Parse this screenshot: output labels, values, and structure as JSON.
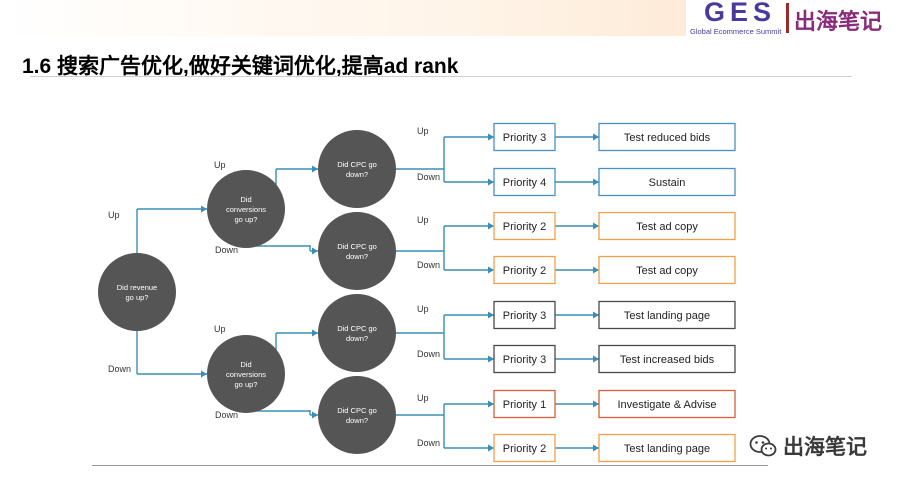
{
  "header": {
    "logo_text": "GES",
    "logo_subtitle": "Global Ecommerce Summit",
    "brand_name": "出海笔记"
  },
  "title": "1.6 搜索广告优化,做好关键词优化,提高ad rank",
  "colors": {
    "node_fill": "#555555",
    "edge_stroke": "#3a8fb5",
    "priority_box_blue": "#4a90c4",
    "priority_box_orange": "#f0a04b",
    "priority_box_red": "#d9603a",
    "title_rule": "#cfcfcf"
  },
  "diagram": {
    "nodes": [
      {
        "id": "revenue",
        "lines": [
          "Did revenue",
          "go up?"
        ]
      },
      {
        "id": "conv_up",
        "lines": [
          "Did",
          "conversions",
          "go up?"
        ]
      },
      {
        "id": "conv_down",
        "lines": [
          "Did",
          "conversions",
          "go up?"
        ]
      },
      {
        "id": "cpc_1",
        "lines": [
          "Did CPC go",
          "down?"
        ]
      },
      {
        "id": "cpc_2",
        "lines": [
          "Did CPC go",
          "down?"
        ]
      },
      {
        "id": "cpc_3",
        "lines": [
          "Did CPC go",
          "down?"
        ]
      },
      {
        "id": "cpc_4",
        "lines": [
          "Did CPC go",
          "down?"
        ]
      }
    ],
    "edge_labels": {
      "up": "Up",
      "down": "Down"
    },
    "outcomes": [
      {
        "priority": "Priority 3",
        "action": "Test reduced bids",
        "color": "blue"
      },
      {
        "priority": "Priority 4",
        "action": "Sustain",
        "color": "blue"
      },
      {
        "priority": "Priority 2",
        "action": "Test ad copy",
        "color": "orange"
      },
      {
        "priority": "Priority 2",
        "action": "Test ad copy",
        "color": "orange"
      },
      {
        "priority": "Priority 3",
        "action": "Test landing page",
        "color": "gray"
      },
      {
        "priority": "Priority 3",
        "action": "Test increased bids",
        "color": "gray"
      },
      {
        "priority": "Priority 1",
        "action": "Investigate & Advise",
        "color": "red"
      },
      {
        "priority": "Priority 2",
        "action": "Test landing page",
        "color": "orange"
      }
    ]
  },
  "watermark": {
    "icon": "wechat-icon",
    "text": "出海笔记"
  }
}
